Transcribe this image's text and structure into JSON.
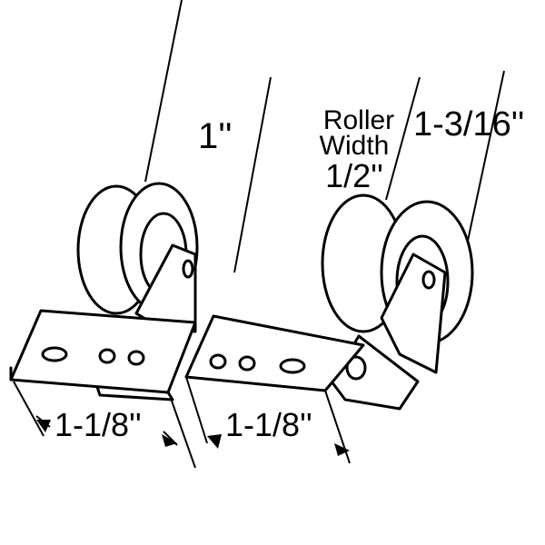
{
  "diagram": {
    "labels": {
      "height_left": "1''",
      "roller_word": "Roller",
      "width_word": "Width",
      "roller_width": "1/2''",
      "height_right": "1-3/16''",
      "plate_width_left": "1-1/8''",
      "plate_width_right": "1-1/8''"
    },
    "colors": {
      "line": "#000000",
      "background": "#ffffff"
    }
  }
}
